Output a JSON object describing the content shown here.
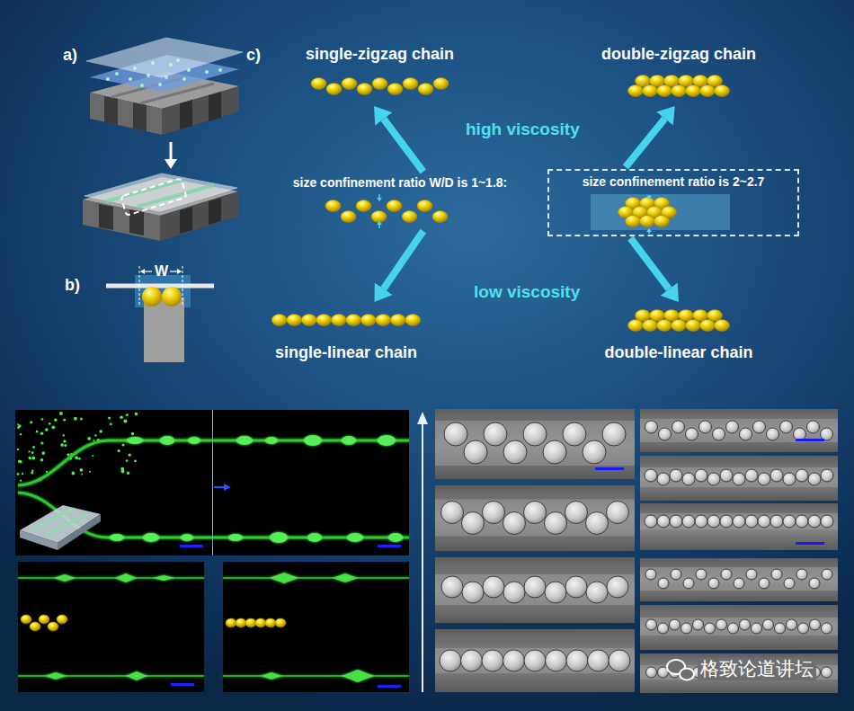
{
  "diagram": {
    "nodes": [
      {
        "text": [
          "single-zigzag chain"
        ]
      },
      {
        "text": [
          "double-zigzag chain"
        ]
      },
      {
        "text": [
          "size confinement ratio W/D is 1~1.8:"
        ]
      },
      {
        "text": [
          "size confinement ratio is 2~2.7"
        ]
      },
      {
        "text": [
          "single-linear chain"
        ]
      },
      {
        "text": [
          "double-linear chain"
        ]
      }
    ],
    "edges": [
      {
        "from": 2,
        "to": 0,
        "arrow": "to"
      },
      {
        "from": 2,
        "to": 4,
        "arrow": "to"
      },
      {
        "from": 3,
        "to": 1,
        "arrow": "to"
      },
      {
        "from": 3,
        "to": 5,
        "arrow": "to"
      }
    ],
    "labels": [
      "a)",
      "b)",
      "c)",
      "W",
      "high viscosity",
      "low viscosity",
      "格致论道讲坛"
    ]
  }
}
